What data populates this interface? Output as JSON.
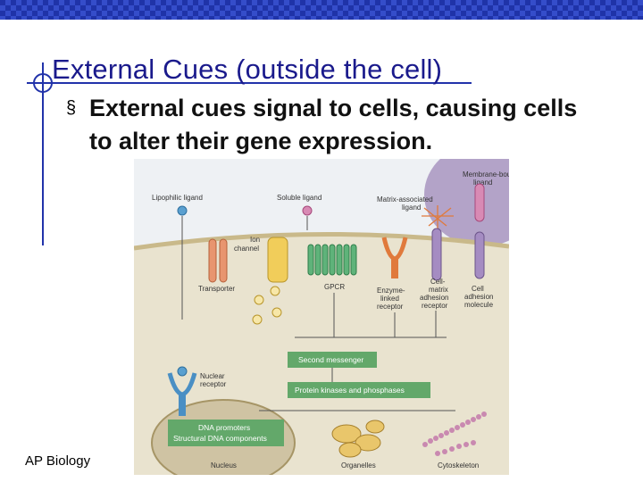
{
  "slide": {
    "title": "External Cues  (outside the cell)",
    "bullet_marker": "§",
    "bullet_text": "External cues signal to cells, causing cells to alter their gene expression.",
    "footer": "AP Biology"
  },
  "figure": {
    "labels": {
      "membrane_bound_ligand_1": "Membrane-bound",
      "membrane_bound_ligand_2": "ligand",
      "lipophilic_ligand": "Lipophilic ligand",
      "soluble_ligand": "Soluble ligand",
      "matrix_ligand_1": "Matrix-associated",
      "matrix_ligand_2": "ligand",
      "ion_channel_1": "Ion",
      "ion_channel_2": "channel",
      "transporter": "Transporter",
      "gpcr": "GPCR",
      "enzyme_receptor_1": "Enzyme-",
      "enzyme_receptor_2": "linked",
      "enzyme_receptor_3": "receptor",
      "cell_matrix_1": "Cell-",
      "cell_matrix_2": "matrix",
      "cell_matrix_3": "adhesion",
      "cell_matrix_4": "receptor",
      "cell_adhesion_1": "Cell",
      "cell_adhesion_2": "adhesion",
      "cell_adhesion_3": "molecule",
      "second_messenger": "Second messenger",
      "protein_kinases": "Protein kinases and phosphases",
      "nuclear_receptor_1": "Nuclear",
      "nuclear_receptor_2": "receptor",
      "dna_promoters": "DNA promoters",
      "structural_dna": "Structural DNA components",
      "nucleus": "Nucleus",
      "organelles": "Organelles",
      "cytoskeleton": "Cytoskeleton"
    }
  }
}
